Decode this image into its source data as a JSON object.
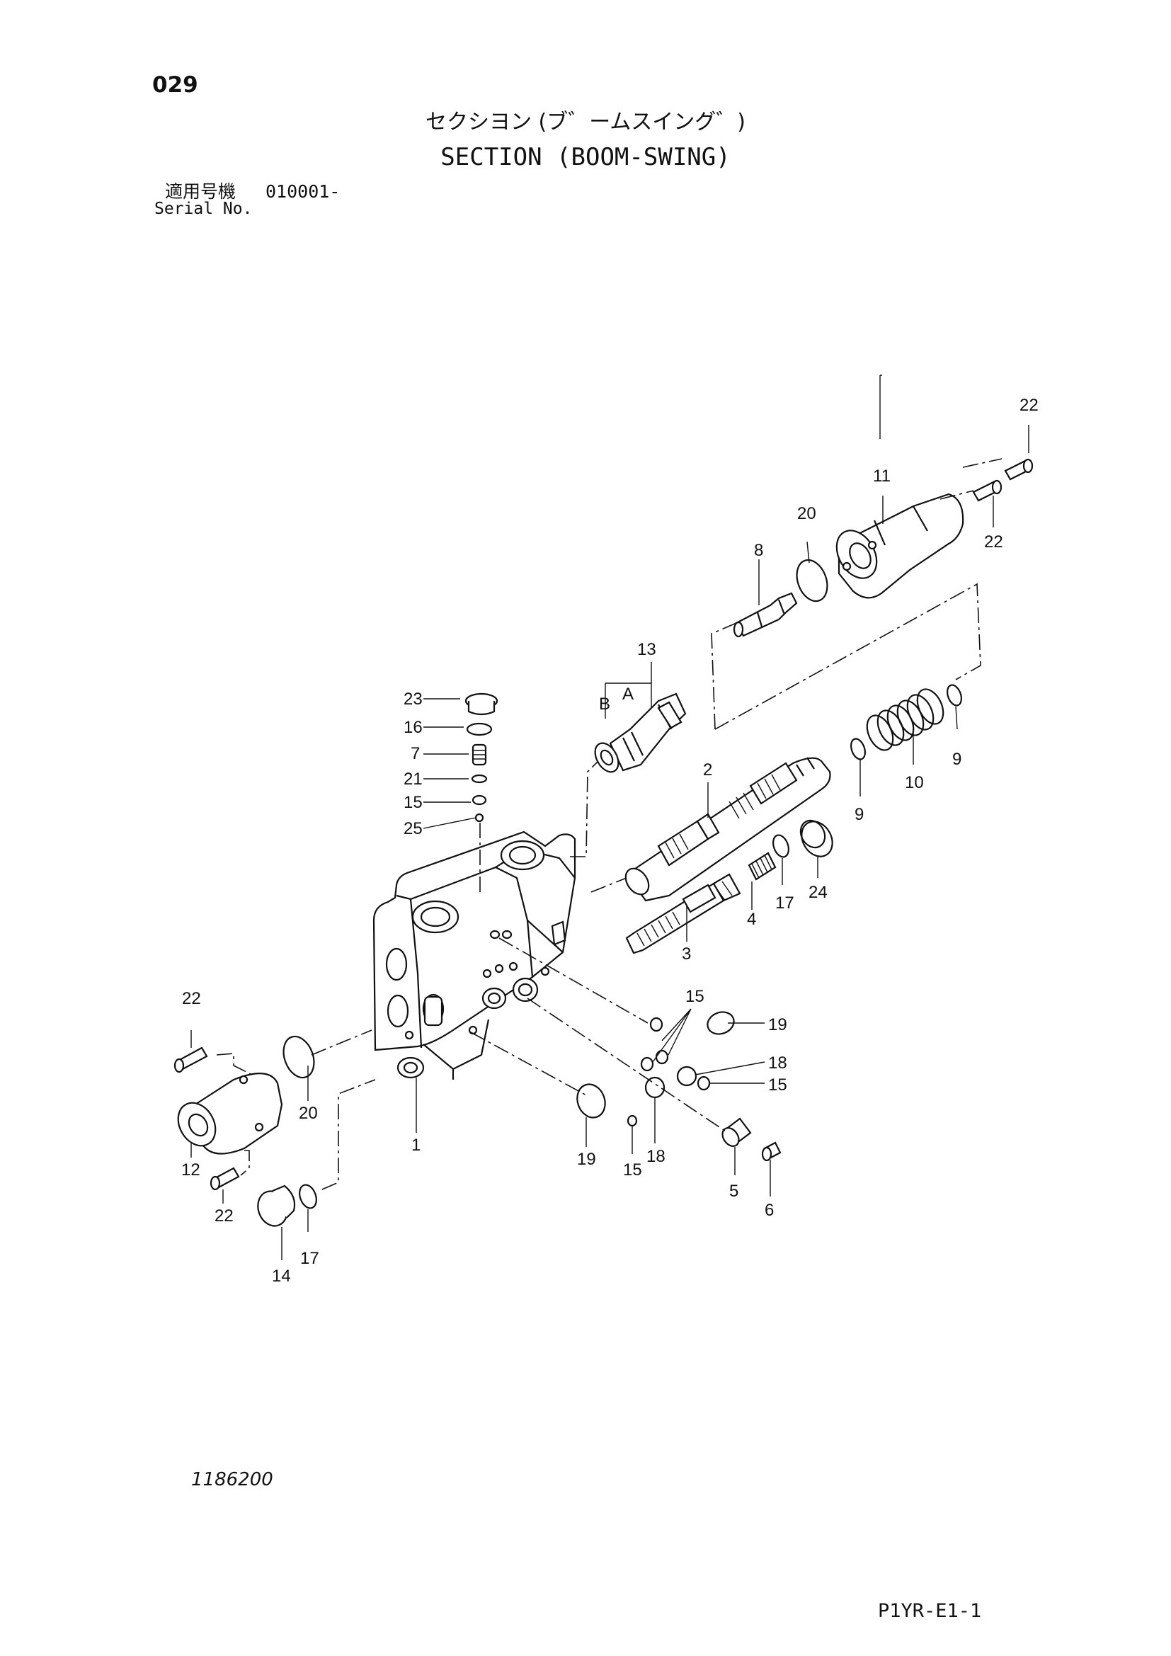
{
  "header": {
    "page_number": "029",
    "title_jp": "セクシヨン (ブ゛ームスイング゛)",
    "title_en": "SECTION (BOOM-SWING)",
    "serial_label_jp": "適用号機",
    "serial_value": "010001-",
    "serial_label_en": "Serial No."
  },
  "footer": {
    "drawing_number": "1186200",
    "page_code": "P1YR-E1-1"
  },
  "callouts": {
    "c1": "1",
    "c2": "2",
    "c3": "3",
    "c4": "4",
    "c5": "5",
    "c6": "6",
    "c7": "7",
    "c8": "8",
    "c9a": "9",
    "c9b": "9",
    "c10": "10",
    "c11": "11",
    "c12": "12",
    "c13": "13",
    "c14": "14",
    "c15a": "15",
    "c15b": "15",
    "c15c": "15",
    "c15d": "15",
    "c16": "16",
    "c17a": "17",
    "c17b": "17",
    "c18a": "18",
    "c18b": "18",
    "c19a": "19",
    "c19b": "19",
    "c20a": "20",
    "c20b": "20",
    "c21": "21",
    "c22a": "22",
    "c22b": "22",
    "c22c": "22",
    "c22d": "22",
    "c23": "23",
    "c24": "24",
    "c25": "25",
    "port_a": "A",
    "port_b": "B"
  }
}
